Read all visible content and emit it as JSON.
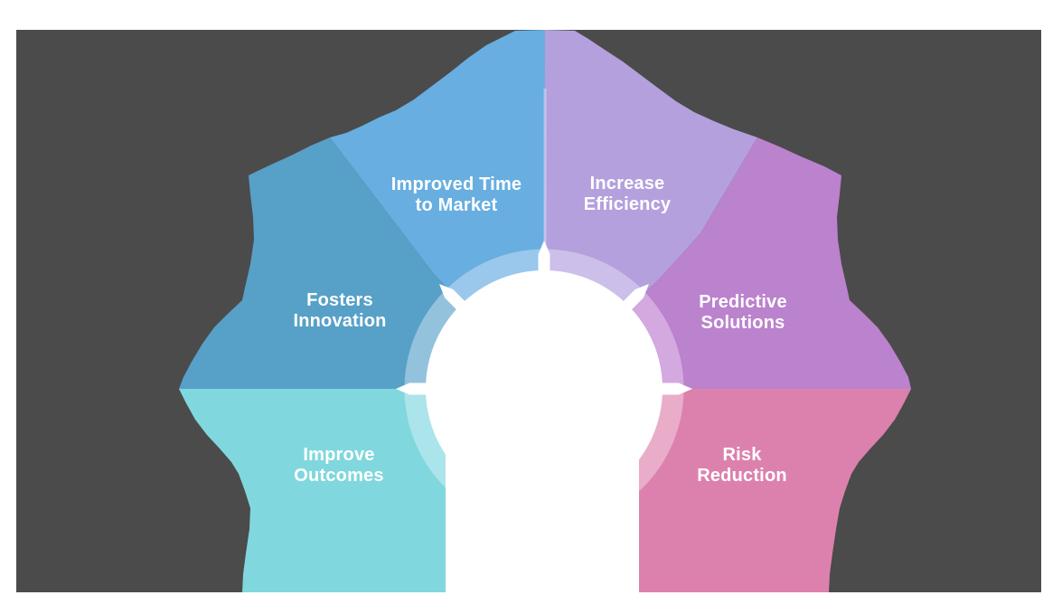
{
  "canvas": {
    "background": "#ffffff",
    "panel_background": "#4b4b4b"
  },
  "diagram": {
    "type": "petal-cycle-infographic",
    "description": "Six-segment starburst cycle around a blank white center circle",
    "center_text": "",
    "segments": [
      {
        "id": "improved-time-to-market",
        "label_line1": "Improved Time",
        "label_line2": "to Market",
        "color": "#68aee0",
        "ring_color": "#9ac7ec"
      },
      {
        "id": "increase-efficiency",
        "label_line1": "Increase",
        "label_line2": "Efficiency",
        "color": "#b4a0dd",
        "ring_color": "#ccbfe9"
      },
      {
        "id": "fosters-innovation",
        "label_line1": "Fosters",
        "label_line2": "Innovation",
        "color": "#57a0c8",
        "ring_color": "#93c2dc"
      },
      {
        "id": "predictive-solutions",
        "label_line1": "Predictive",
        "label_line2": "Solutions",
        "color": "#bb82cd",
        "ring_color": "#d3a9e0"
      },
      {
        "id": "improve-outcomes",
        "label_line1": "Improve",
        "label_line2": "Outcomes",
        "color": "#81d7de",
        "ring_color": "#abe4ea"
      },
      {
        "id": "risk-reduction",
        "label_line1": "Risk",
        "label_line2": "Reduction",
        "color": "#dc81ae",
        "ring_color": "#e9adc9"
      }
    ],
    "separator_color": "#ffffff",
    "center_circle_color": "#ffffff"
  }
}
